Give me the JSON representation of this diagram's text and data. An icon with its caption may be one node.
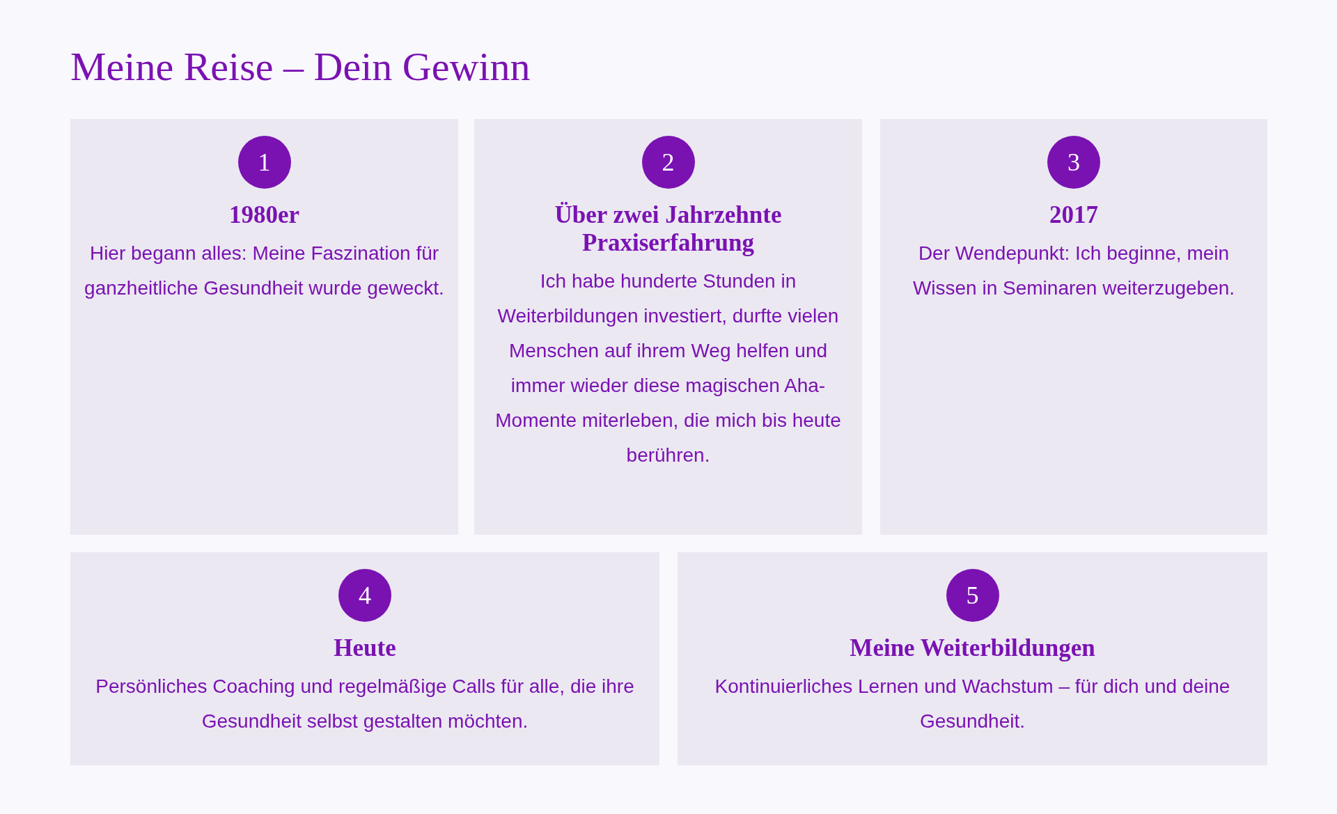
{
  "diagram": {
    "title": "Meine Reise – Dein Gewinn",
    "nodes": [
      {
        "text": [
          "1980er",
          "Hier begann alles: Meine Faszination für ganzheitliche Gesundheit wurde geweckt."
        ]
      },
      {
        "text": [
          "1"
        ],
        "in": 0
      },
      {
        "text": [
          "Über zwei Jahrzehnte Praxiserfahrung",
          "Ich habe hunderte Stunden in Weiterbildungen investiert, durfte vielen Menschen auf ihrem Weg helfen und immer wieder diese magischen Aha-Momente miterleben, die mich bis heute berühren."
        ]
      },
      {
        "text": [
          "2"
        ],
        "in": 2
      },
      {
        "text": [
          "2017",
          "Der Wendepunkt: Ich beginne, mein Wissen in Seminaren weiterzugeben."
        ]
      },
      {
        "text": [
          "3"
        ],
        "in": 4
      },
      {
        "text": [
          "Heute",
          "Persönliches Coaching und regelmäßige Calls für alle, die ihre Gesundheit selbst gestalten möchten."
        ]
      },
      {
        "text": [
          "4"
        ],
        "in": 6
      },
      {
        "text": [
          "Meine Weiterbildungen",
          "Kontinuierliches Lernen und Wachstum – für dich und deine Gesundheit."
        ]
      },
      {
        "text": [
          "5"
        ],
        "in": 8
      }
    ],
    "edges": []
  }
}
